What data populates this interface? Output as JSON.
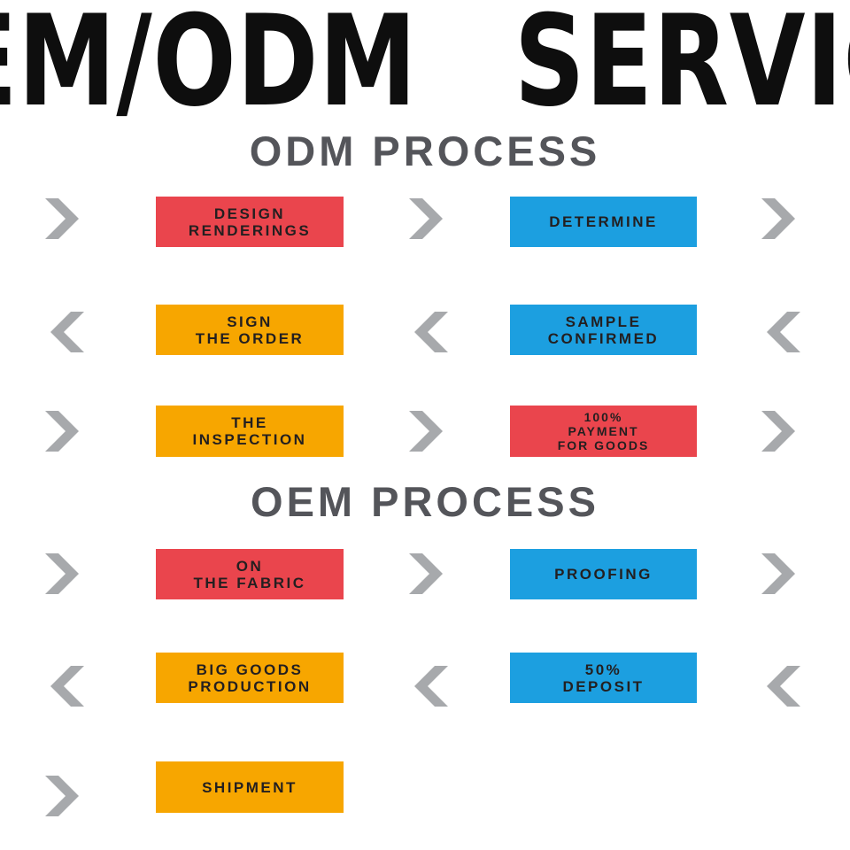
{
  "title": {
    "text": "OEM/ODM SERVICE"
  },
  "colors": {
    "red": "#EA454D",
    "orange": "#F7A600",
    "blue": "#1C9FE0",
    "arrow": "#A7A9AC",
    "heading": "#54555A",
    "title": "#0E0E0E",
    "box_text": "#231F20"
  },
  "sections": [
    {
      "heading": "ODM PROCESS",
      "rows": [
        {
          "direction": "right",
          "steps": [
            {
              "label": "DESIGN\nRENDERINGS",
              "color": "red"
            },
            {
              "label": "DETERMINE",
              "color": "blue"
            }
          ]
        },
        {
          "direction": "left",
          "steps": [
            {
              "label": "SIGN\nTHE ORDER",
              "color": "orange"
            },
            {
              "label": "SAMPLE\nCONFIRMED",
              "color": "blue"
            }
          ]
        },
        {
          "direction": "right",
          "steps": [
            {
              "label": "THE\nINSPECTION",
              "color": "orange"
            },
            {
              "label": "100%\nPAYMENT\nFOR GOODS",
              "color": "red"
            }
          ]
        }
      ]
    },
    {
      "heading": "OEM PROCESS",
      "rows": [
        {
          "direction": "right",
          "steps": [
            {
              "label": "ON\nTHE FABRIC",
              "color": "red"
            },
            {
              "label": "PROOFING",
              "color": "blue"
            }
          ]
        },
        {
          "direction": "left",
          "steps": [
            {
              "label": "BIG GOODS\nPRODUCTION",
              "color": "orange"
            },
            {
              "label": "50%\nDEPOSIT",
              "color": "blue"
            }
          ]
        },
        {
          "direction": "right",
          "steps": [
            {
              "label": "SHIPMENT",
              "color": "orange"
            }
          ]
        }
      ]
    }
  ]
}
